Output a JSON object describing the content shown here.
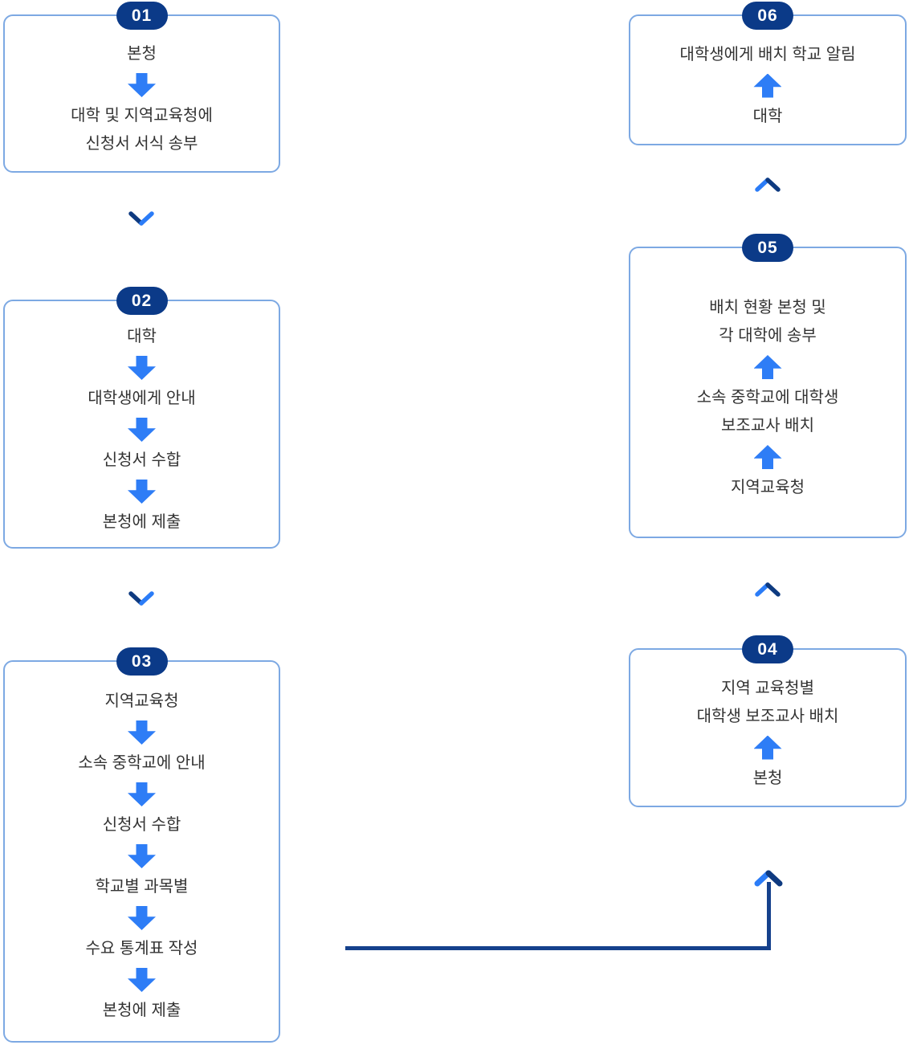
{
  "colors": {
    "badge_bg": "#0b3a88",
    "box_border": "#7da9e3",
    "arrow_blue": "#2e7df6",
    "chevron_bright": "#2b7cf7",
    "chevron_dark": "#0e3a80",
    "connector": "#15418c",
    "text_color": "#333333"
  },
  "boxes": {
    "b01": {
      "badge": "01",
      "arrow_direction": "down",
      "groups": [
        {
          "lines": [
            "본청"
          ]
        },
        {
          "lines": [
            "대학 및 지역교육청에",
            "신청서 서식 송부"
          ]
        }
      ]
    },
    "b02": {
      "badge": "02",
      "arrow_direction": "down",
      "groups": [
        {
          "lines": [
            "대학"
          ]
        },
        {
          "lines": [
            "대학생에게 안내"
          ]
        },
        {
          "lines": [
            "신청서 수합"
          ]
        },
        {
          "lines": [
            "본청에 제출"
          ]
        }
      ]
    },
    "b03": {
      "badge": "03",
      "arrow_direction": "down",
      "groups": [
        {
          "lines": [
            "지역교육청"
          ]
        },
        {
          "lines": [
            "소속 중학교에 안내"
          ]
        },
        {
          "lines": [
            "신청서 수합"
          ]
        },
        {
          "lines": [
            "학교별 과목별"
          ]
        },
        {
          "lines": [
            "수요 통계표 작성"
          ]
        },
        {
          "lines": [
            "본청에 제출"
          ]
        }
      ]
    },
    "b04": {
      "badge": "04",
      "arrow_direction": "up",
      "groups": [
        {
          "lines": [
            "지역 교육청별",
            "대학생 보조교사 배치"
          ]
        },
        {
          "lines": [
            "본청"
          ]
        }
      ]
    },
    "b05": {
      "badge": "05",
      "arrow_direction": "up",
      "groups": [
        {
          "lines": [
            "배치 현황 본청 및",
            "각 대학에 송부"
          ]
        },
        {
          "lines": [
            "소속 중학교에 대학생",
            "보조교사 배치"
          ]
        },
        {
          "lines": [
            "지역교육청"
          ]
        }
      ]
    },
    "b06": {
      "badge": "06",
      "arrow_direction": "up",
      "groups": [
        {
          "lines": [
            "대학생에게 배치 학교 알림"
          ]
        },
        {
          "lines": [
            "대학"
          ]
        }
      ]
    }
  }
}
